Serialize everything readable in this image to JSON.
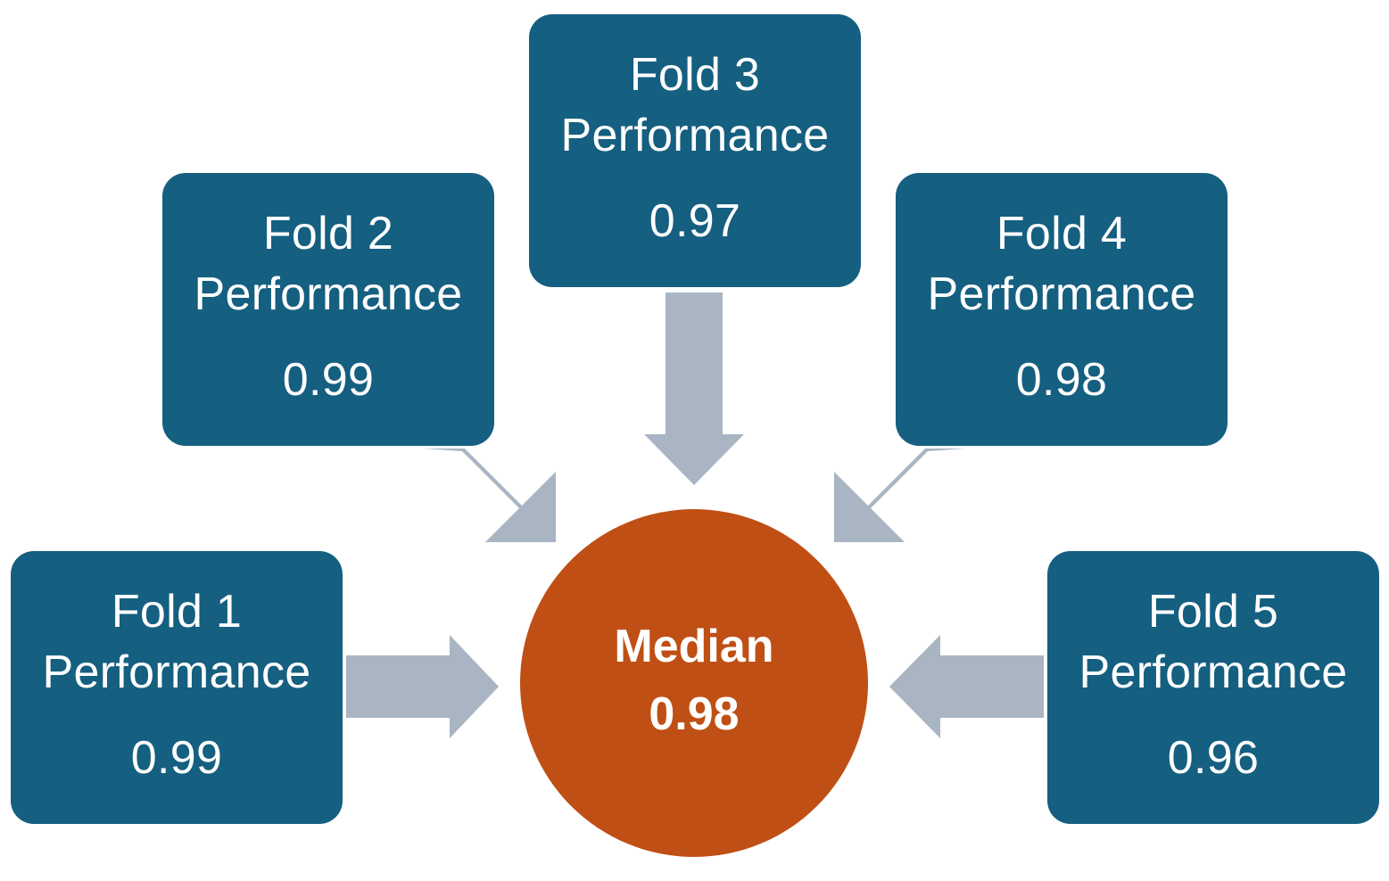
{
  "colors": {
    "fold_box": "#155f80",
    "median_circle": "#bf4f14",
    "arrow": "#a9b5c3",
    "text": "#ffffff"
  },
  "folds": [
    {
      "name": "Fold 1",
      "metric": "Performance",
      "value": "0.99"
    },
    {
      "name": "Fold 2",
      "metric": "Performance",
      "value": "0.99"
    },
    {
      "name": "Fold 3",
      "metric": "Performance",
      "value": "0.97"
    },
    {
      "name": "Fold 4",
      "metric": "Performance",
      "value": "0.98"
    },
    {
      "name": "Fold 5",
      "metric": "Performance",
      "value": "0.96"
    }
  ],
  "median": {
    "label": "Median",
    "value": "0.98"
  }
}
